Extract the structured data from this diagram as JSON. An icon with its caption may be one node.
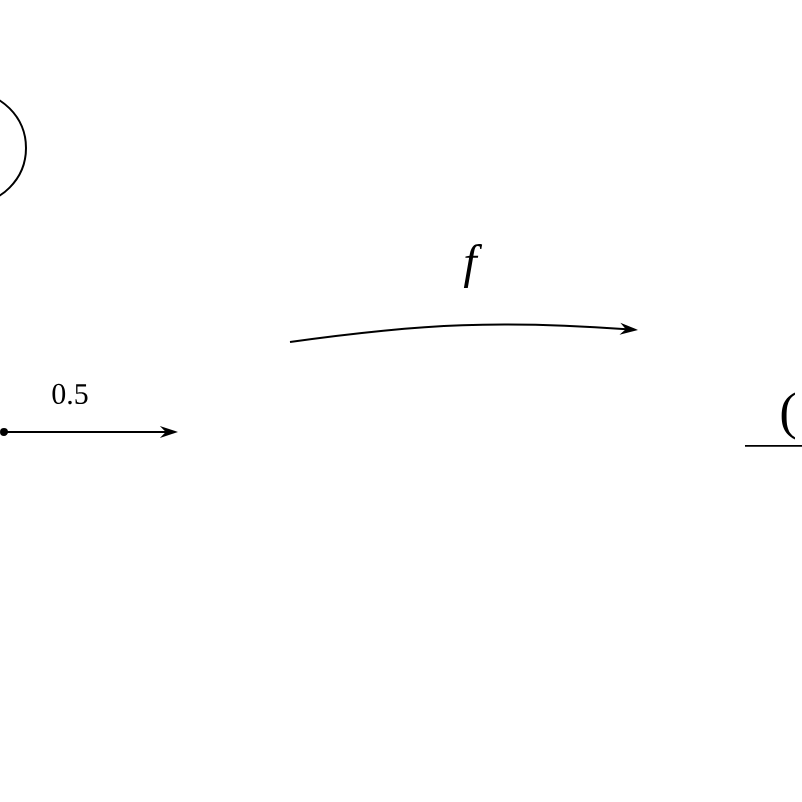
{
  "diagram": {
    "nodes": [
      {
        "text": [],
        "shape": "circle"
      }
    ],
    "labels": [
      "0.5",
      "f",
      "("
    ]
  }
}
